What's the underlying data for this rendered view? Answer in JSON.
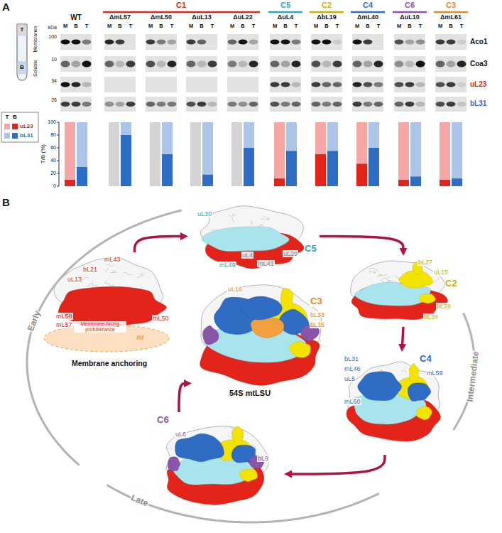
{
  "diagram": {
    "nodes": [
      {
        "text": [
          "Membrane anchoring"
        ]
      },
      {
        "text": [
          "C5"
        ]
      },
      {
        "text": [
          "C2"
        ]
      },
      {
        "text": [
          "C4"
        ]
      },
      {
        "text": [
          "C6"
        ]
      },
      {
        "text": [
          "C3",
          "54S mtLSU"
        ]
      }
    ],
    "edges": [
      {
        "from": 0,
        "to": 1,
        "arrow": "to"
      },
      {
        "from": 1,
        "to": 2,
        "arrow": "to"
      },
      {
        "from": 2,
        "to": 3,
        "arrow": "to"
      },
      {
        "from": 3,
        "to": 4,
        "arrow": "to"
      },
      {
        "from": 4,
        "to": 5,
        "arrow": "to"
      }
    ],
    "labels": [
      "A",
      "WT",
      "C1",
      "C5",
      "C2",
      "C4",
      "C6",
      "C3",
      "ΔmL57",
      "ΔmL50",
      "ΔuL13",
      "ΔuL22",
      "ΔuL4",
      "ΔbL19",
      "ΔmL40",
      "ΔuL10",
      "ΔmL61",
      "kDa",
      "100",
      "10",
      "34",
      "26",
      "M",
      "B",
      "T",
      "M",
      "B",
      "T",
      "M",
      "B",
      "T",
      "M",
      "B",
      "T",
      "M",
      "B",
      "T",
      "M",
      "B",
      "T",
      "M",
      "B",
      "T",
      "M",
      "B",
      "T",
      "M",
      "B",
      "T",
      "M",
      "B",
      "T",
      "Aco1",
      "Coa3",
      "uL23",
      "bL31",
      "T",
      "B",
      "Membranes",
      "Soluble",
      "T",
      "B",
      "T/B (%)",
      "100",
      "80",
      "60",
      "40",
      "20",
      "0",
      "B",
      "Early",
      "Intermediate",
      "Late",
      "mL43",
      "bL21",
      "uL13",
      "mL58",
      "mL57",
      "Membrane-facing protuberance",
      "IM",
      "mL50",
      "uL30",
      "uL4",
      "mL49",
      "mL41",
      "uL29",
      "bL27",
      "uL15",
      "bL28",
      "bL34",
      "bL31",
      "mL46",
      "uL5",
      "mL59",
      "mL60",
      "uL6",
      "bL9",
      "uL16",
      "bL33",
      "bL35"
    ],
    "legend": [
      {
        "text": "uL23",
        "color": "#e3241b"
      },
      {
        "text": "bL31",
        "color": "#2f6cc4"
      }
    ]
  }
}
